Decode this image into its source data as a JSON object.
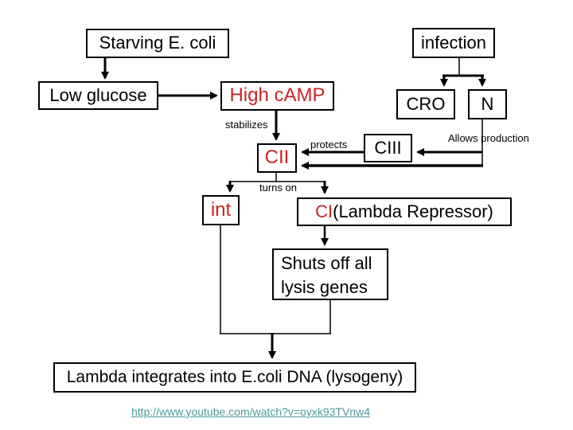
{
  "nodes": {
    "starving": "Starving E. coli",
    "infection": "infection",
    "low_glucose": "Low glucose",
    "high_camp": "High cAMP",
    "cro": "CRO",
    "n": "N",
    "cii": "CII",
    "ciii": "CIII",
    "int_gene": "int",
    "ci_red": "CI",
    "ci_rest": " (Lambda Repressor)",
    "shuts_line1": "Shuts off all",
    "shuts_line2": "lysis genes",
    "integrates": "Lambda integrates into E.coli DNA (lysogeny)"
  },
  "edge_labels": {
    "stabilizes": "stabilizes",
    "protects": "protects",
    "allows_production": "Allows production",
    "turns_on": "turns on"
  },
  "link": {
    "url_text": "http://www.youtube.com/watch?v=oyxk93TVnw4"
  },
  "colors": {
    "red_text": "#cc2222",
    "link_text": "#4d999b",
    "line": "#000000",
    "background": "#ffffff"
  }
}
